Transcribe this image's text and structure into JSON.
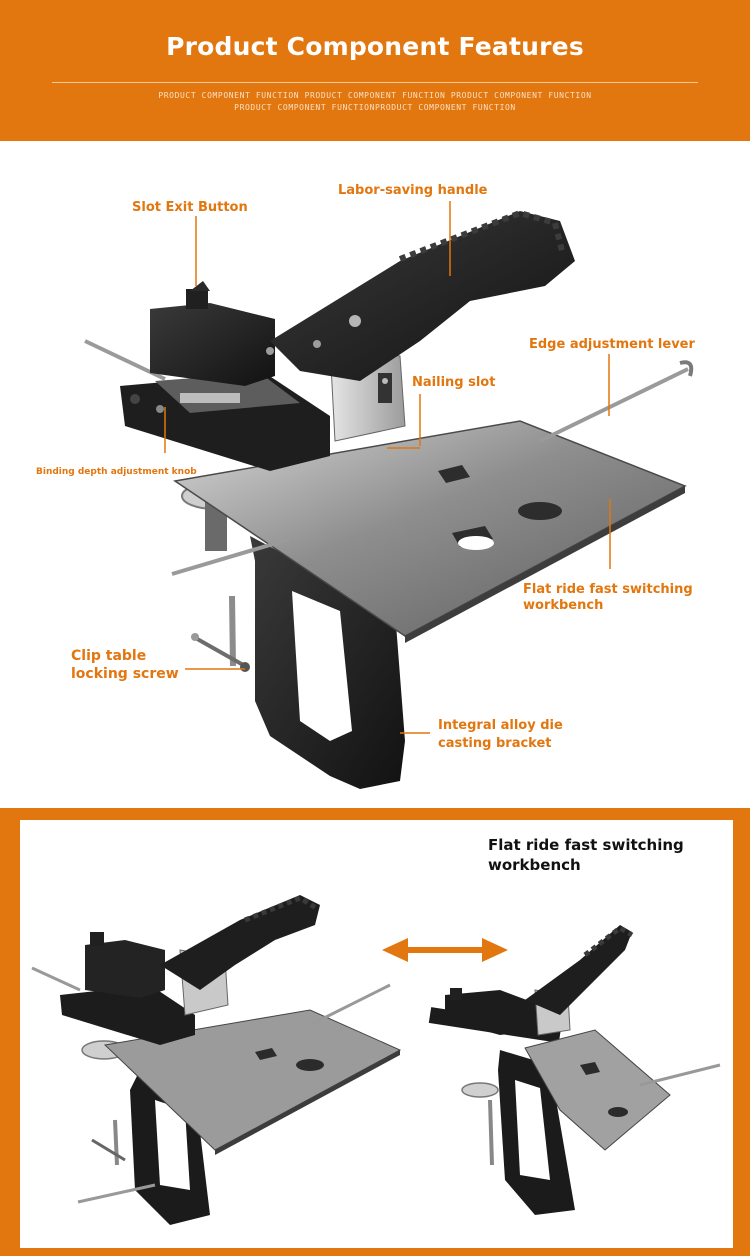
{
  "header": {
    "title": "Product Component Features",
    "subtitle_line1": "PRODUCT COMPONENT FUNCTION PRODUCT COMPONENT FUNCTION PRODUCT COMPONENT FUNCTION",
    "subtitle_line2": "PRODUCT COMPONENT FUNCTIONPRODUCT COMPONENT FUNCTION"
  },
  "labels": {
    "slot_exit_button": "Slot Exit Button",
    "labor_saving_handle": "Labor-saving handle",
    "edge_adjustment_lever": "Edge adjustment lever",
    "nailing_slot": "Nailing slot",
    "binding_depth_knob": "Binding depth adjustment knob",
    "workbench_line1": "Flat ride fast switching",
    "workbench_line2": "workbench",
    "clip_screw_line1": "Clip table",
    "clip_screw_line2": "locking screw",
    "bracket_line1": "Integral alloy die",
    "bracket_line2": "casting bracket"
  },
  "bottom": {
    "caption_line1": "Flat ride fast switching",
    "caption_line2": "workbench"
  },
  "colors": {
    "accent": "#e2760f",
    "machine_body": "#1f1f1f",
    "steel_plate": "#9a9a9a",
    "caption_text": "#111111"
  }
}
